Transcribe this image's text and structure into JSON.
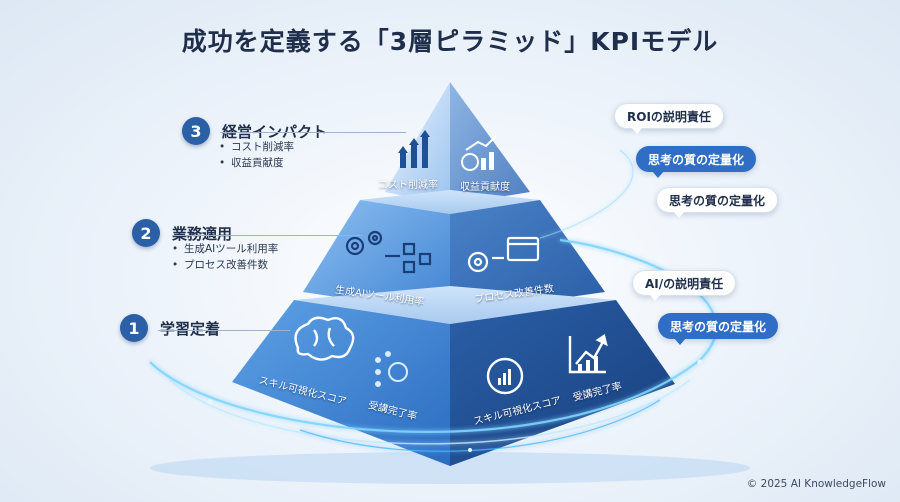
{
  "title": "成功を定義する「3層ピラミッド」KPIモデル",
  "tiers": [
    {
      "number": "3",
      "title": "経営インパクト",
      "bullets": [
        "コスト削減率",
        "収益貢献度"
      ],
      "face_labels": [
        "コスト削減率",
        "収益貢献度"
      ],
      "icons": [
        "growth-arrows-icon",
        "coin-bar-chart-icon"
      ]
    },
    {
      "number": "2",
      "title": "業務適用",
      "bullets": [
        "生成AIツール利用率",
        "プロセス改善件数"
      ],
      "face_labels": [
        "生成AIツール利用率",
        "プロセス改善件数"
      ],
      "icons": [
        "gears-workflow-icon",
        "gear-browser-icon"
      ]
    },
    {
      "number": "1",
      "title": "学習定着",
      "bullets": [],
      "face_labels": [
        "スキル可視化スコア",
        "受講完了率",
        "スキル可視化スコア",
        "受講完了率"
      ],
      "icons": [
        "brain-icon",
        "target-dots-icon",
        "gauge-chart-icon",
        "line-chart-icon"
      ]
    }
  ],
  "bubbles": [
    {
      "text": "ROIの説明責任",
      "style": "white"
    },
    {
      "text": "思考の質の定量化",
      "style": "blue"
    },
    {
      "text": "思考の質の定量化",
      "style": "white"
    },
    {
      "text": "AI/の説明責任",
      "style": "white"
    },
    {
      "text": "思考の質の定量化",
      "style": "blue"
    }
  ],
  "copyright": "© 2025 AI KnowledgeFlow",
  "colors": {
    "title": "#1f2e4a",
    "number_badge": "#2b5fa6",
    "face_left": "#4f8fd8",
    "face_right": "#1f4f95",
    "bubble_blue": "#2f6ec4",
    "glow": "#7fd4ff"
  }
}
